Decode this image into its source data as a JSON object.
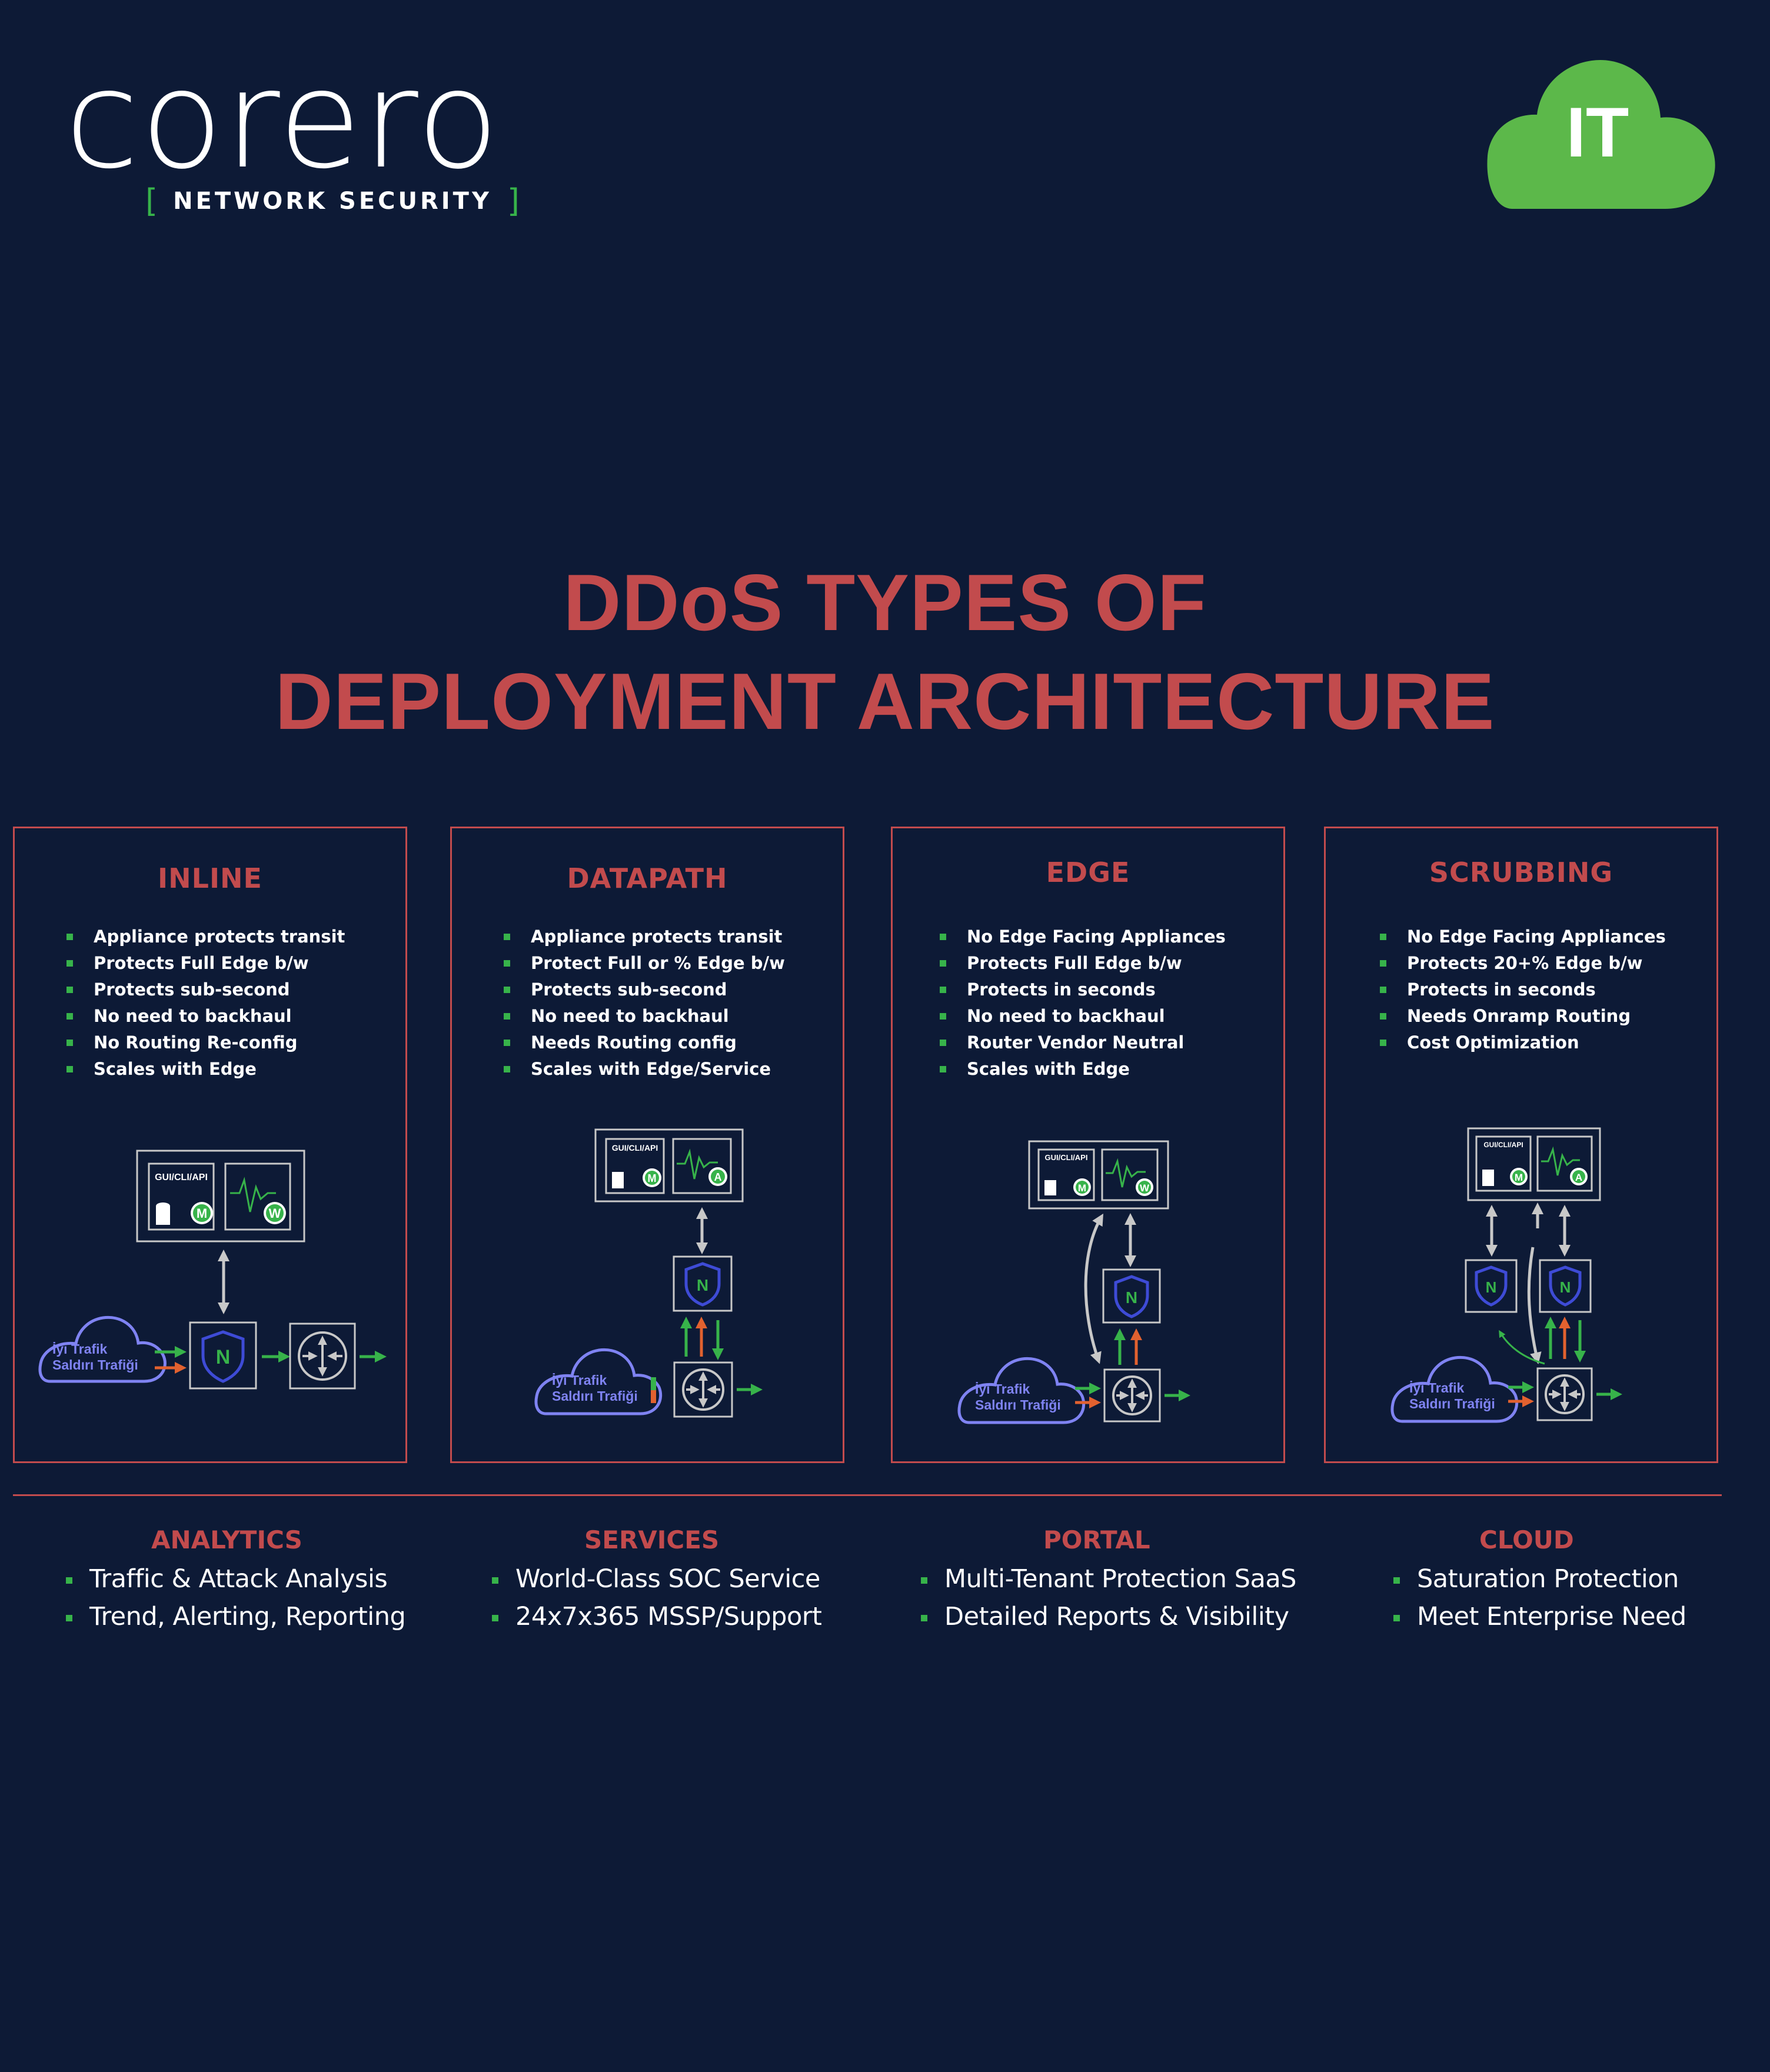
{
  "header": {
    "logo_word": "corero",
    "logo_sub": "NETWORK SECURITY",
    "badge": "IT"
  },
  "title": {
    "line1": "DDoS TYPES OF",
    "line2": "DEPLOYMENT ARCHITECTURE"
  },
  "diagram_labels": {
    "console": "GUI/CLI/API",
    "traffic_good": "İyi Trafik",
    "traffic_attack": "Saldırı Trafiği",
    "node_m": "M",
    "node_w": "W",
    "node_a": "A",
    "node_n": "N"
  },
  "panels": [
    {
      "title": "INLINE",
      "items": [
        "Appliance protects transit",
        "Protects Full Edge b/w",
        "Protects sub-second",
        "No need to backhaul",
        "No Routing Re-config",
        "Scales with Edge"
      ]
    },
    {
      "title": "DATAPATH",
      "items": [
        "Appliance protects transit",
        "Protect Full or % Edge b/w",
        "Protects sub-second",
        "No need to backhaul",
        "Needs Routing config",
        "Scales with Edge/Service"
      ]
    },
    {
      "title": "EDGE",
      "items": [
        "No Edge Facing Appliances",
        "Protects Full Edge b/w",
        "Protects in seconds",
        "No need to backhaul",
        "Router Vendor Neutral",
        "Scales with Edge"
      ]
    },
    {
      "title": "SCRUBBING",
      "items": [
        "No Edge Facing Appliances",
        "Protects 20+% Edge b/w",
        "Protects in seconds",
        "Needs Onramp Routing",
        "Cost Optimization"
      ]
    }
  ],
  "services": [
    {
      "title": "ANALYTICS",
      "items": [
        "Traffic & Attack Analysis",
        "Trend, Alerting, Reporting"
      ]
    },
    {
      "title": "SERVICES",
      "items": [
        "World-Class SOC Service",
        "24x7x365 MSSP/Support"
      ]
    },
    {
      "title": "PORTAL",
      "items": [
        "Multi-Tenant Protection SaaS",
        "Detailed Reports & Visibility"
      ]
    },
    {
      "title": "CLOUD",
      "items": [
        "Saturation Protection",
        "Meet Enterprise Need"
      ]
    }
  ],
  "colors": {
    "background": "#0d1a36",
    "accent_red": "#c24b4d",
    "accent_green": "#37b34a",
    "cloud_green": "#5cb84a",
    "traffic_purple": "#7f83f2",
    "attack_orange": "#e2612f"
  }
}
